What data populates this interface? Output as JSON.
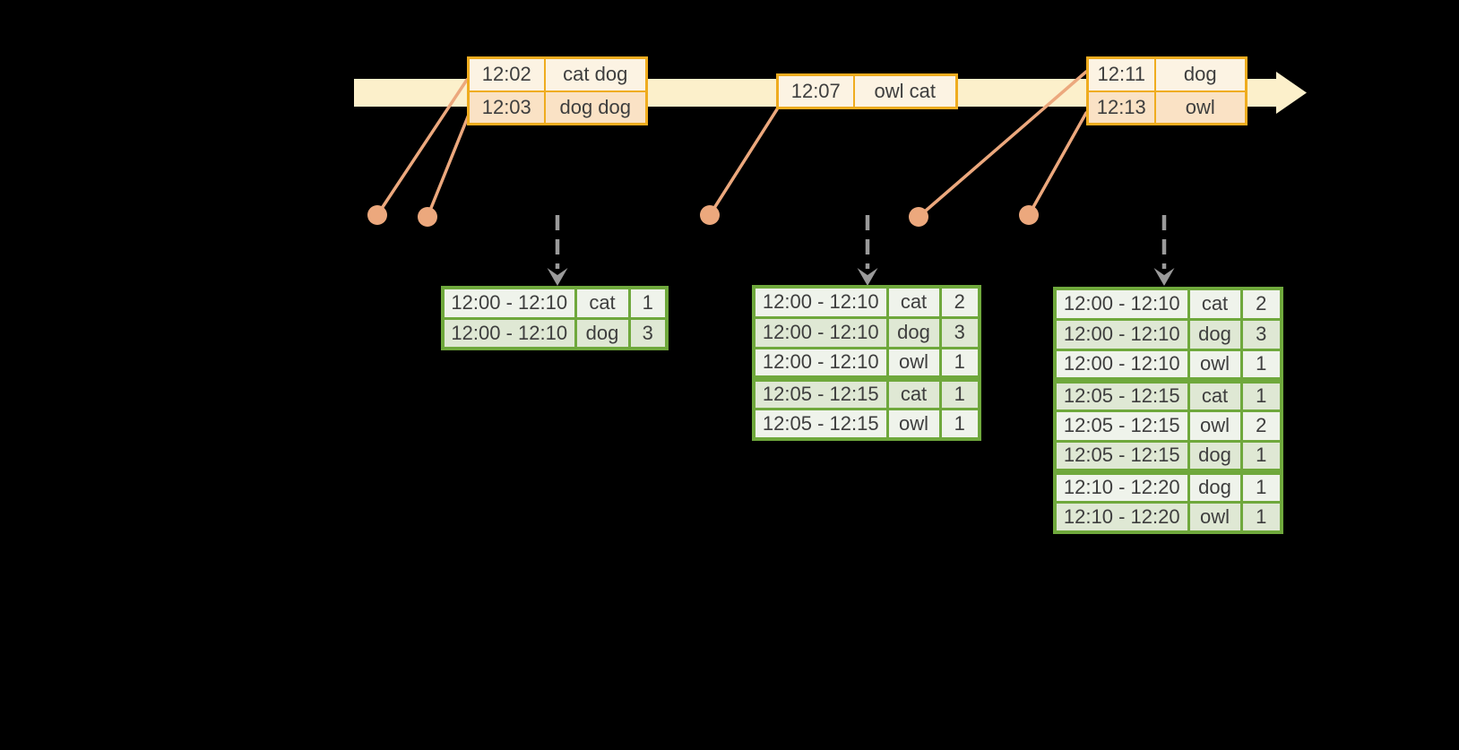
{
  "canvas": {
    "background": "#000000"
  },
  "colors": {
    "background": "#000000",
    "band": "#FCF0CB",
    "amber": "#EFAC1F",
    "peach": "#FAE2C5",
    "cream": "#FCF3E3",
    "salmon": "#ECA87D",
    "green": "#6FA83C",
    "sage": "#DFE8D4",
    "sage_light": "#EFF3EB",
    "arrow_gray": "#9A9A9A",
    "text": "#3E3E3E"
  },
  "icons": {
    "timeline_arrowhead": "right-arrowhead",
    "event_dot": "filled-circle",
    "trigger_arrow": "dashed-down-arrow"
  },
  "event_tables": [
    {
      "rows": [
        [
          "12:02",
          "cat dog"
        ],
        [
          "12:03",
          "dog dog"
        ]
      ]
    },
    {
      "rows": [
        [
          "12:07",
          "owl cat"
        ]
      ]
    },
    {
      "rows": [
        [
          "12:11",
          "dog"
        ],
        [
          "12:13",
          "owl"
        ]
      ]
    }
  ],
  "result_tables": [
    {
      "rows": [
        [
          "12:00 - 12:10",
          "cat",
          "1"
        ],
        [
          "12:00 - 12:10",
          "dog",
          "3"
        ]
      ]
    },
    {
      "rows": [
        [
          "12:00 - 12:10",
          "cat",
          "2"
        ],
        [
          "12:00 - 12:10",
          "dog",
          "3"
        ],
        [
          "12:00 - 12:10",
          "owl",
          "1"
        ],
        [
          "12:05 - 12:15",
          "cat",
          "1"
        ],
        [
          "12:05 - 12:15",
          "owl",
          "1"
        ]
      ]
    },
    {
      "rows": [
        [
          "12:00 - 12:10",
          "cat",
          "2"
        ],
        [
          "12:00 - 12:10",
          "dog",
          "3"
        ],
        [
          "12:00 - 12:10",
          "owl",
          "1"
        ],
        [
          "12:05 - 12:15",
          "cat",
          "1"
        ],
        [
          "12:05 - 12:15",
          "owl",
          "2"
        ],
        [
          "12:05 - 12:15",
          "dog",
          "1"
        ],
        [
          "12:10 - 12:20",
          "dog",
          "1"
        ],
        [
          "12:10 - 12:20",
          "owl",
          "1"
        ]
      ]
    }
  ]
}
